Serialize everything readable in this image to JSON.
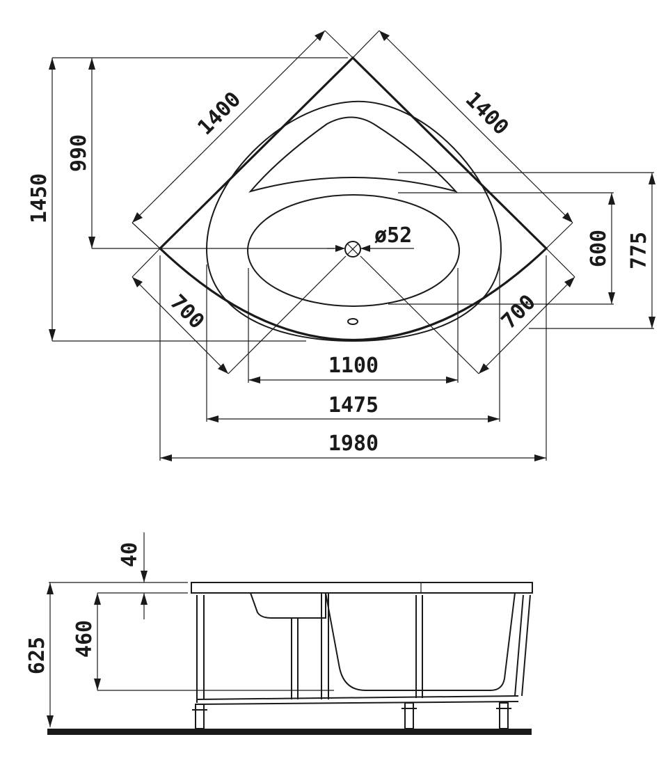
{
  "plan_view": {
    "dims": {
      "side_left": "1400",
      "side_right": "1400",
      "depth_total": "1450",
      "depth_to_corner": "990",
      "right_upper": "775",
      "right_lower": "600",
      "drain": "ø52",
      "diag_left": "700",
      "diag_right": "700",
      "inner_width": "1100",
      "basin_width": "1475",
      "overall_width": "1980"
    }
  },
  "section_view": {
    "dims": {
      "rim": "40",
      "inner_depth": "460",
      "overall_height": "625"
    }
  },
  "colors": {
    "line": "#1a1a1a",
    "background": "#ffffff"
  }
}
